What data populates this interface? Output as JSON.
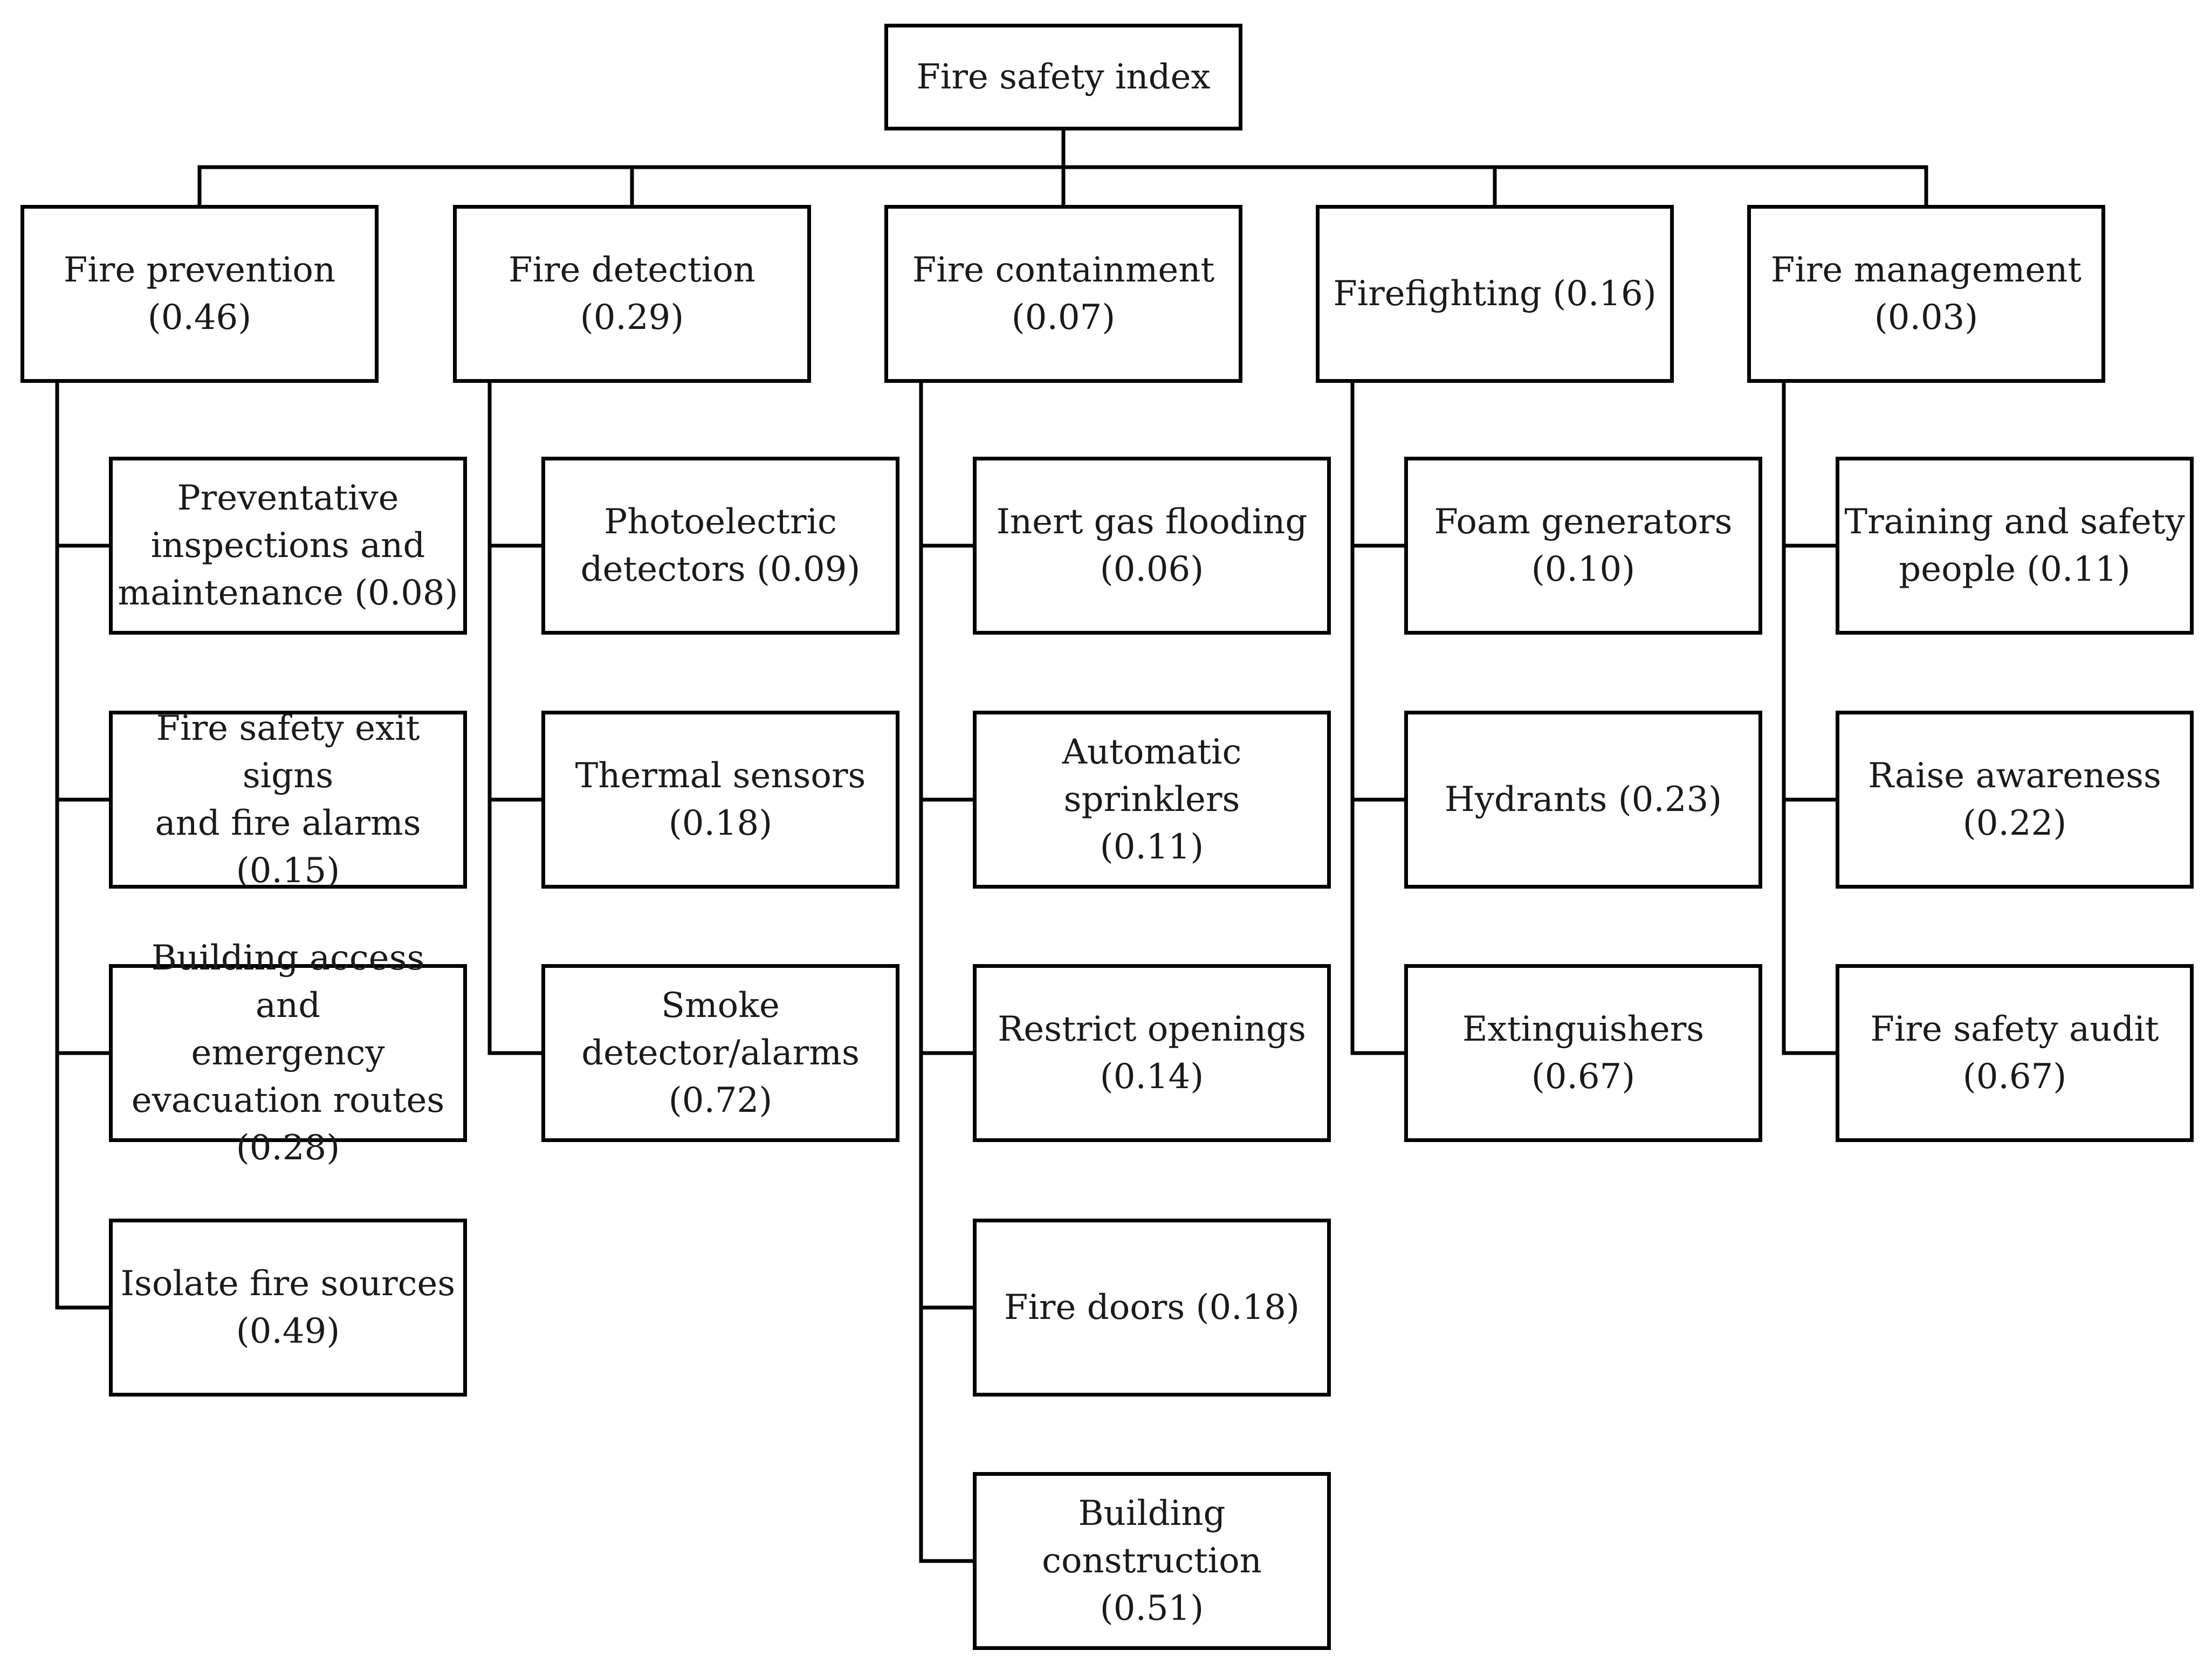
{
  "root": {
    "label": "Fire safety index"
  },
  "categories": [
    {
      "label": "Fire prevention (0.46)",
      "children": [
        "Preventative\ninspections and\nmaintenance (0.08)",
        "Fire safety exit signs\nand fire alarms (0.15)",
        "Building access and\nemergency\nevacuation routes\n(0.28)",
        "Isolate fire sources\n(0.49)"
      ]
    },
    {
      "label": "Fire detection (0.29)",
      "children": [
        "Photoelectric\ndetectors (0.09)",
        "Thermal sensors\n(0.18)",
        "Smoke\ndetector/alarms (0.72)"
      ]
    },
    {
      "label": "Fire containment\n(0.07)",
      "children": [
        "Inert gas flooding\n(0.06)",
        "Automatic sprinklers\n(0.11)",
        "Restrict openings\n(0.14)",
        "Fire doors (0.18)",
        "Building construction\n(0.51)"
      ]
    },
    {
      "label": "Firefighting (0.16)",
      "children": [
        "Foam generators\n(0.10)",
        "Hydrants (0.23)",
        "Extinguishers (0.67)"
      ]
    },
    {
      "label": "Fire management\n(0.03)",
      "children": [
        "Training and safety\npeople (0.11)",
        "Raise awareness\n(0.22)",
        "Fire safety audit\n(0.67)"
      ]
    }
  ]
}
